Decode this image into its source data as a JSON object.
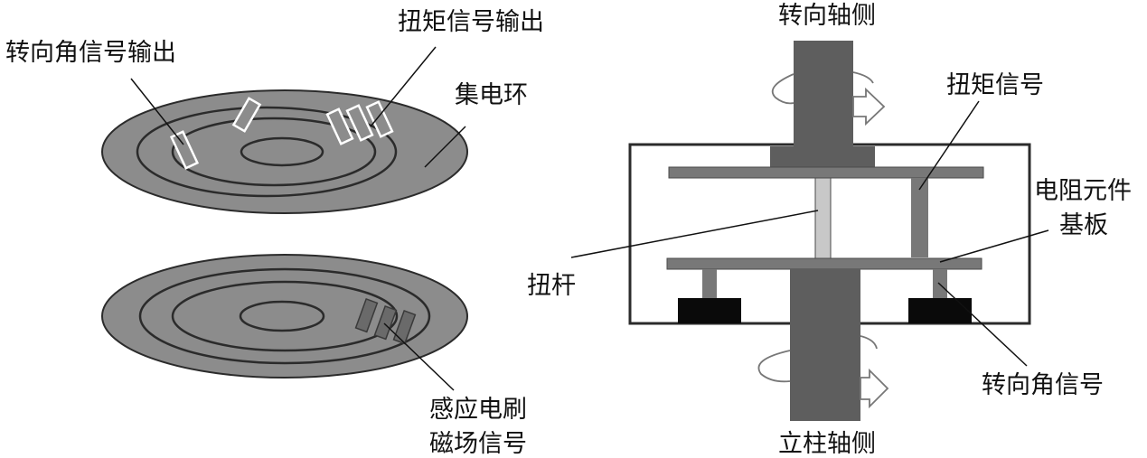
{
  "labels": {
    "steering_angle_output": "转向角信号输出",
    "torque_signal_output": "扭矩信号输出",
    "slip_ring": "集电环",
    "induction_brush": "感应电刷",
    "magnetic_signal": "磁场信号",
    "steering_shaft_side": "转向轴侧",
    "torque_signal": "扭矩信号",
    "resistor_element": "电阻元件",
    "substrate": "基板",
    "torsion_bar": "扭杆",
    "steering_angle_signal": "转向角信号",
    "column_shaft_side": "立柱轴侧"
  },
  "colors": {
    "disc_fill": "#8c8c8c",
    "ring_stroke": "#2b2b2b",
    "shaft_fill": "#5e5e5e",
    "plate_fill": "#787878",
    "torsion_bar_fill": "#c8c8c8",
    "sensor_block_fill": "#0a0a0a"
  },
  "icons": [
    "rotation-arrow-icon"
  ]
}
